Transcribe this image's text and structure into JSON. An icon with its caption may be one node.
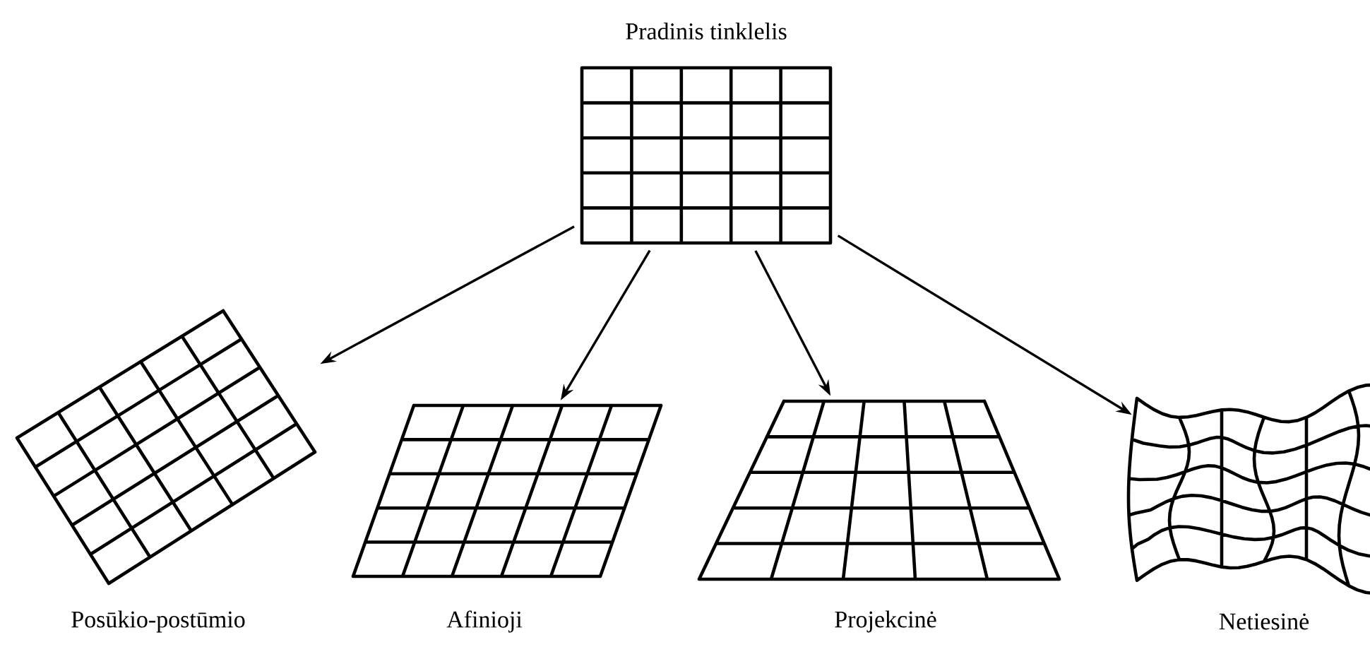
{
  "diagram": {
    "nodes": [
      {
        "text": [
          "Pradinis tinklelis"
        ]
      },
      {
        "text": [
          "Posūkio-postūmio"
        ]
      },
      {
        "text": [
          "Afinioji"
        ]
      },
      {
        "text": [
          "Projekcinė"
        ]
      },
      {
        "text": [
          "Netiesinė"
        ]
      }
    ],
    "edges": [
      {
        "from": 0,
        "to": 1,
        "arrow": "to"
      },
      {
        "from": 0,
        "to": 2,
        "arrow": "to"
      },
      {
        "from": 0,
        "to": 3,
        "arrow": "to"
      },
      {
        "from": 0,
        "to": 4,
        "arrow": "to"
      }
    ]
  }
}
